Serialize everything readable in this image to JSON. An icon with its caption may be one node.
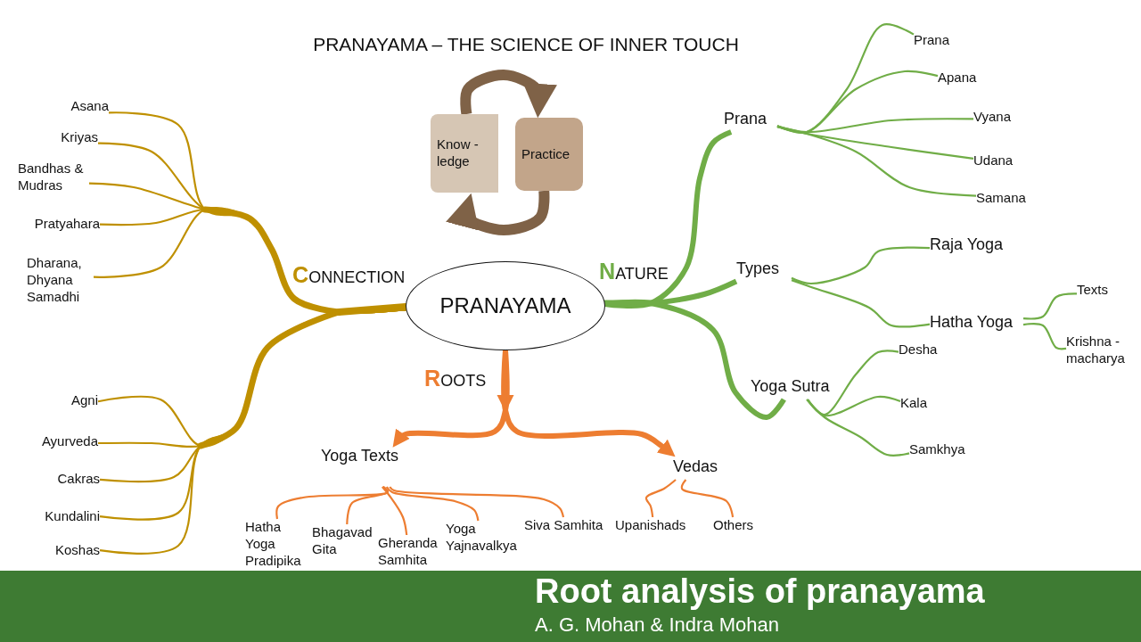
{
  "diagram": {
    "title": "Root analysis of pranayama",
    "caption": "A. G. Mohan & Indra Mohan",
    "nodes": [
      {
        "text": [
          "PRANAYAMA"
        ]
      },
      {
        "text": [
          "Know -ledge"
        ]
      },
      {
        "text": [
          "Practice"
        ]
      },
      {
        "text": [
          "Asana"
        ]
      },
      {
        "text": [
          "Kriyas"
        ]
      },
      {
        "text": [
          "Bandhas & Mudras"
        ]
      },
      {
        "text": [
          "Pratyahara"
        ]
      },
      {
        "text": [
          "Dharana, Dhyana Samadhi"
        ]
      },
      {
        "text": [
          "Agni"
        ]
      },
      {
        "text": [
          "Ayurveda"
        ]
      },
      {
        "text": [
          "Cakras"
        ]
      },
      {
        "text": [
          "Kundalini"
        ]
      },
      {
        "text": [
          "Koshas"
        ]
      },
      {
        "text": [
          "Prana"
        ]
      },
      {
        "text": [
          "Prana"
        ]
      },
      {
        "text": [
          "Apana"
        ]
      },
      {
        "text": [
          "Vyana"
        ]
      },
      {
        "text": [
          "Udana"
        ]
      },
      {
        "text": [
          "Samana"
        ]
      },
      {
        "text": [
          "Types"
        ]
      },
      {
        "text": [
          "Raja Yoga"
        ]
      },
      {
        "text": [
          "Hatha Yoga"
        ]
      },
      {
        "text": [
          "Texts"
        ]
      },
      {
        "text": [
          "Krishna -macharya"
        ]
      },
      {
        "text": [
          "Yoga Sutra"
        ]
      },
      {
        "text": [
          "Desha"
        ]
      },
      {
        "text": [
          "Kala"
        ]
      },
      {
        "text": [
          "Samkhya"
        ]
      },
      {
        "text": [
          "Yoga Texts"
        ]
      },
      {
        "text": [
          "Hatha Yoga Pradipika"
        ]
      },
      {
        "text": [
          "Bhagavad Gita"
        ]
      },
      {
        "text": [
          "Gheranda Samhita"
        ]
      },
      {
        "text": [
          "Yoga Yajnavalkya"
        ]
      },
      {
        "text": [
          "Siva Samhita"
        ]
      },
      {
        "text": [
          "Vedas"
        ]
      },
      {
        "text": [
          "Upanishads"
        ]
      },
      {
        "text": [
          "Others"
        ]
      }
    ],
    "edges": [
      {
        "from": 1,
        "to": 2,
        "arrow": "to",
        "style": "thick",
        "color": "#7f6247"
      },
      {
        "from": 2,
        "to": 1,
        "arrow": "to",
        "style": "thick",
        "color": "#7f6247"
      },
      {
        "from": 0,
        "to": 3,
        "arrow": "none",
        "color": "#bf9000"
      },
      {
        "from": 0,
        "to": 4,
        "arrow": "none",
        "color": "#bf9000"
      },
      {
        "from": 0,
        "to": 5,
        "arrow": "none",
        "color": "#bf9000"
      },
      {
        "from": 0,
        "to": 6,
        "arrow": "none",
        "color": "#bf9000"
      },
      {
        "from": 0,
        "to": 7,
        "arrow": "none",
        "color": "#bf9000"
      },
      {
        "from": 0,
        "to": 8,
        "arrow": "none",
        "color": "#bf9000"
      },
      {
        "from": 0,
        "to": 9,
        "arrow": "none",
        "color": "#bf9000"
      },
      {
        "from": 0,
        "to": 10,
        "arrow": "none",
        "color": "#bf9000"
      },
      {
        "from": 0,
        "to": 11,
        "arrow": "none",
        "color": "#bf9000"
      },
      {
        "from": 0,
        "to": 12,
        "arrow": "none",
        "color": "#bf9000"
      },
      {
        "from": 0,
        "to": 13,
        "arrow": "none",
        "style": "thick"
      },
      {
        "from": 0,
        "to": 19,
        "arrow": "none",
        "style": "thick"
      },
      {
        "from": 0,
        "to": 24,
        "arrow": "none",
        "style": "thick"
      },
      {
        "from": 13,
        "to": 14,
        "arrow": "none"
      },
      {
        "from": 13,
        "to": 15,
        "arrow": "none"
      },
      {
        "from": 13,
        "to": 16,
        "arrow": "none"
      },
      {
        "from": 13,
        "to": 17,
        "arrow": "none"
      },
      {
        "from": 13,
        "to": 18,
        "arrow": "none"
      },
      {
        "from": 19,
        "to": 20,
        "arrow": "none"
      },
      {
        "from": 19,
        "to": 21,
        "arrow": "none"
      },
      {
        "from": 21,
        "to": 22,
        "arrow": "none"
      },
      {
        "from": 21,
        "to": 23,
        "arrow": "none"
      },
      {
        "from": 24,
        "to": 25,
        "arrow": "none"
      },
      {
        "from": 24,
        "to": 26,
        "arrow": "none"
      },
      {
        "from": 24,
        "to": 27,
        "arrow": "none"
      },
      {
        "from": 0,
        "to": 28,
        "arrow": "to",
        "style": "thick",
        "color": "#ed7d31"
      },
      {
        "from": 0,
        "to": 34,
        "arrow": "to",
        "style": "thick",
        "color": "#ed7d31"
      },
      {
        "from": 28,
        "to": 29,
        "arrow": "none",
        "color": "#ed7d31"
      },
      {
        "from": 28,
        "to": 30,
        "arrow": "none",
        "color": "#ed7d31"
      },
      {
        "from": 28,
        "to": 31,
        "arrow": "none",
        "color": "#ed7d31"
      },
      {
        "from": 28,
        "to": 32,
        "arrow": "none",
        "color": "#ed7d31"
      },
      {
        "from": 28,
        "to": 33,
        "arrow": "none",
        "color": "#ed7d31"
      },
      {
        "from": 34,
        "to": 35,
        "arrow": "none",
        "color": "#ed7d31"
      },
      {
        "from": 34,
        "to": 36,
        "arrow": "none",
        "color": "#ed7d31"
      }
    ],
    "labels": [
      "PRANAYAMA – THE SCIENCE OF INNER TOUCH",
      "CONNECTION",
      "NATURE",
      "ROOTS"
    ]
  }
}
